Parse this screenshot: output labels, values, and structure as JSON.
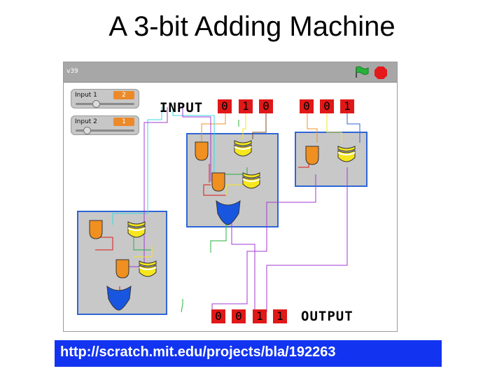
{
  "slide": {
    "title": "A 3-bit Adding Machine"
  },
  "stage": {
    "version": "v39",
    "flag_icon": "green-flag-icon",
    "stop_icon": "stop-sign-icon",
    "colors": {
      "bit": "#e01818",
      "module": "#c8c8c8",
      "module_border": "#2f66d6",
      "gate_and": "#f09020",
      "gate_xor": "#f6e61e",
      "gate_or": "#1856e0"
    }
  },
  "sliders": [
    {
      "label": "Input 1",
      "value": "2"
    },
    {
      "label": "Input 2",
      "value": "1"
    }
  ],
  "input": {
    "label": "INPUT",
    "a_bits": [
      "0",
      "1",
      "0"
    ],
    "b_bits": [
      "0",
      "0",
      "1"
    ]
  },
  "output": {
    "label": "OUTPUT",
    "bits": [
      "0",
      "0",
      "1",
      "1"
    ]
  },
  "footer": {
    "url": "http://scratch.mit.edu/projects/bla/192263"
  }
}
